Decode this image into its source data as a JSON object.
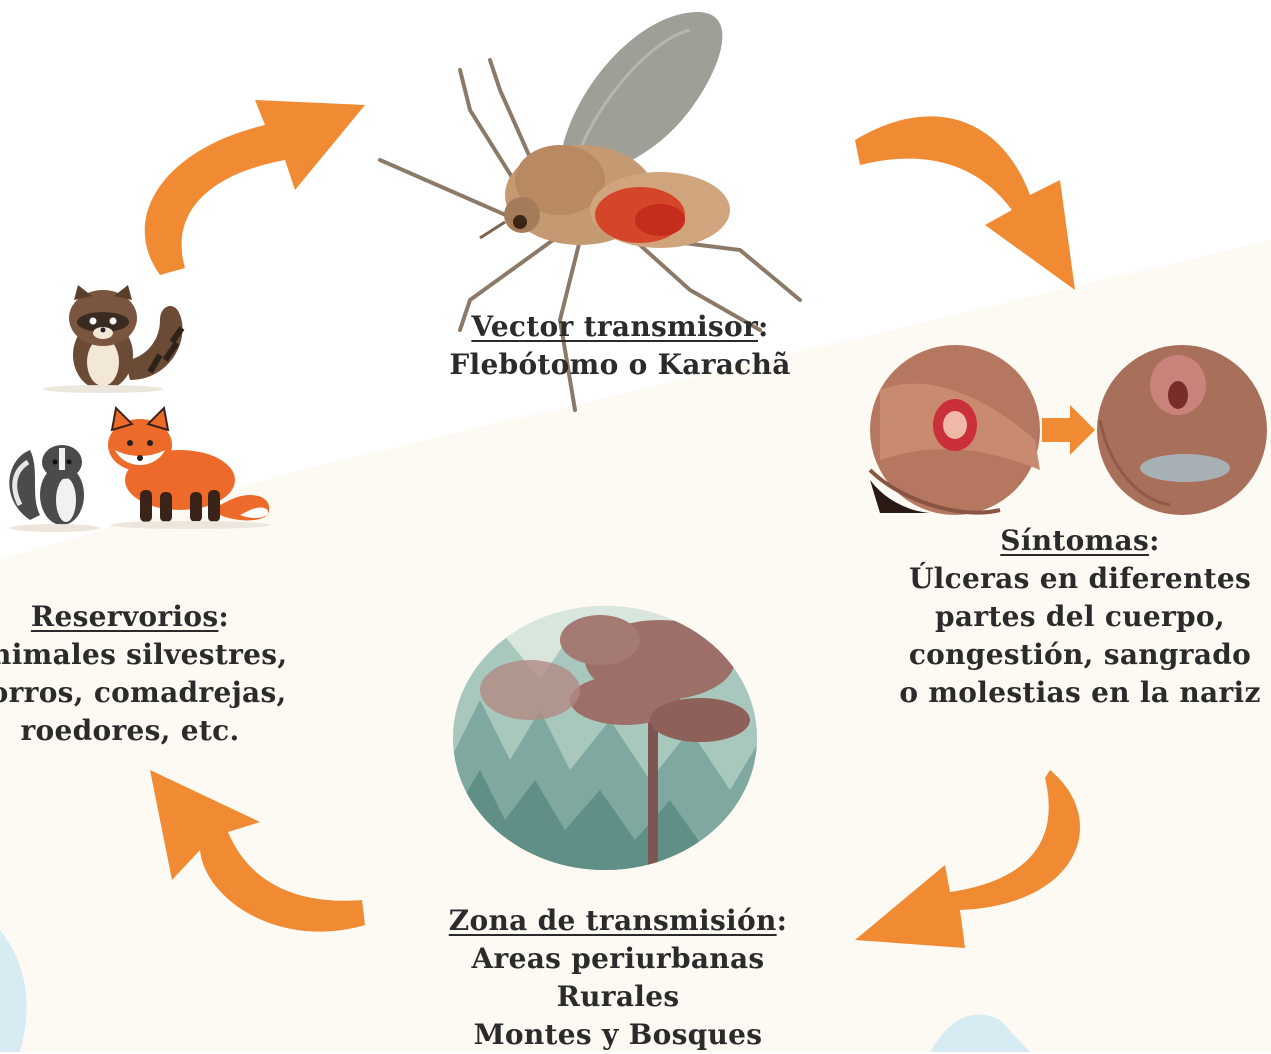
{
  "colors": {
    "arrow": "#f08a33",
    "text": "#2b2b2b",
    "background_light": "#fdfaf4",
    "fox": "#ee6a2a",
    "raccoon": "#6b4a36",
    "skunk": "#4b4b4b",
    "forest_pine": "#9c6f68",
    "forest_fir": "#6f9c95"
  },
  "vector": {
    "title": "Vector transmisor",
    "colon": ":",
    "lines": [
      "Flebótomo o Karachã"
    ],
    "image_icon": "sandfly-mosquito-icon"
  },
  "symptoms": {
    "title": "Síntomas",
    "colon": ":",
    "lines": [
      "Úlceras en diferentes",
      "partes del cuerpo,",
      "congestión, sangrado",
      "o molestias en la nariz"
    ],
    "image_icons": [
      "hand-ulcer-photo",
      "nose-lesion-photo"
    ]
  },
  "zone": {
    "title": "Zona de transmisión",
    "colon": ":",
    "lines": [
      "Areas periurbanas",
      "Rurales",
      "Montes y Bosques"
    ],
    "image_icon": "forest-icon"
  },
  "reservoirs": {
    "title": "Reservorios",
    "colon": ":",
    "lines": [
      "animales silvestres,",
      "zorros, comadrejas,",
      "roedores, etc."
    ],
    "image_icons": [
      "raccoon-icon",
      "skunk-icon",
      "fox-icon"
    ]
  }
}
